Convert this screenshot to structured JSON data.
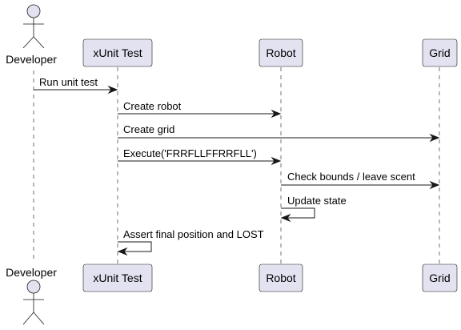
{
  "participants": [
    {
      "id": "developer",
      "label": "Developer",
      "kind": "actor"
    },
    {
      "id": "xunit",
      "label": "xUnit Test",
      "kind": "participant"
    },
    {
      "id": "robot",
      "label": "Robot",
      "kind": "participant"
    },
    {
      "id": "grid",
      "label": "Grid",
      "kind": "participant"
    }
  ],
  "messages": [
    {
      "from": "developer",
      "to": "xunit",
      "label": "Run unit test"
    },
    {
      "from": "xunit",
      "to": "robot",
      "label": "Create robot"
    },
    {
      "from": "xunit",
      "to": "grid",
      "label": "Create grid"
    },
    {
      "from": "xunit",
      "to": "robot",
      "label": "Execute('FRRFLLFFRRFLL')"
    },
    {
      "from": "robot",
      "to": "grid",
      "label": "Check bounds / leave scent"
    },
    {
      "from": "robot",
      "to": "robot",
      "label": "Update state"
    },
    {
      "from": "xunit",
      "to": "xunit",
      "label": "Assert final position and LOST"
    }
  ],
  "colors": {
    "participant_fill": "#E2E2F0",
    "line": "#181818",
    "background": "#FFFFFF"
  }
}
